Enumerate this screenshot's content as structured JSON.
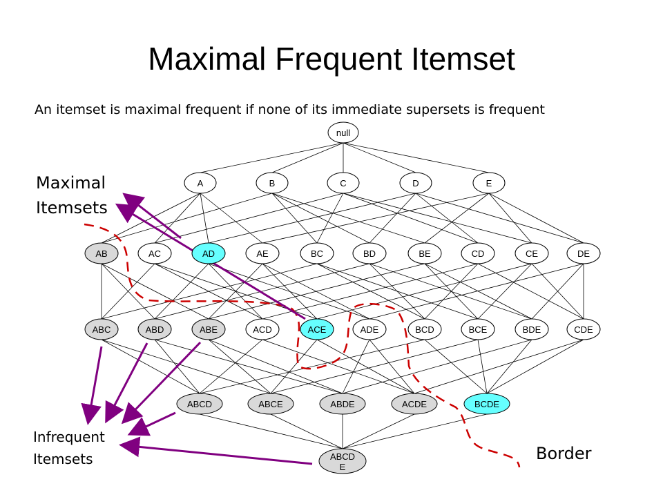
{
  "title": "Maximal Frequent Itemset",
  "definition": "An itemset is maximal frequent if none of its immediate supersets is frequent",
  "labels": {
    "maximal": [
      "Maximal",
      "Itemsets"
    ],
    "infrequent": [
      "Infrequent",
      "Itemsets"
    ],
    "border": "Border"
  },
  "colors": {
    "frequent_fill": "#d9d9d9",
    "maximal_fill": "#66ffff",
    "arrow": "#800080",
    "border_line": "#cc0000"
  },
  "lattice": {
    "levels": [
      [
        "null"
      ],
      [
        "A",
        "B",
        "C",
        "D",
        "E"
      ],
      [
        "AB",
        "AC",
        "AD",
        "AE",
        "BC",
        "BD",
        "BE",
        "CD",
        "CE",
        "DE"
      ],
      [
        "ABC",
        "ABD",
        "ABE",
        "ACD",
        "ACE",
        "ADE",
        "BCD",
        "BCE",
        "BDE",
        "CDE"
      ],
      [
        "ABCD",
        "ABCE",
        "ABDE",
        "ACDE",
        "BCDE"
      ],
      [
        "ABCDE"
      ]
    ],
    "frequent": [
      "AB",
      "ABC",
      "ABD",
      "ABE",
      "ABCD",
      "ABCE",
      "ABDE",
      "ACDE",
      "ABCDE"
    ],
    "maximal": [
      "AD",
      "ACE",
      "BCDE"
    ]
  }
}
